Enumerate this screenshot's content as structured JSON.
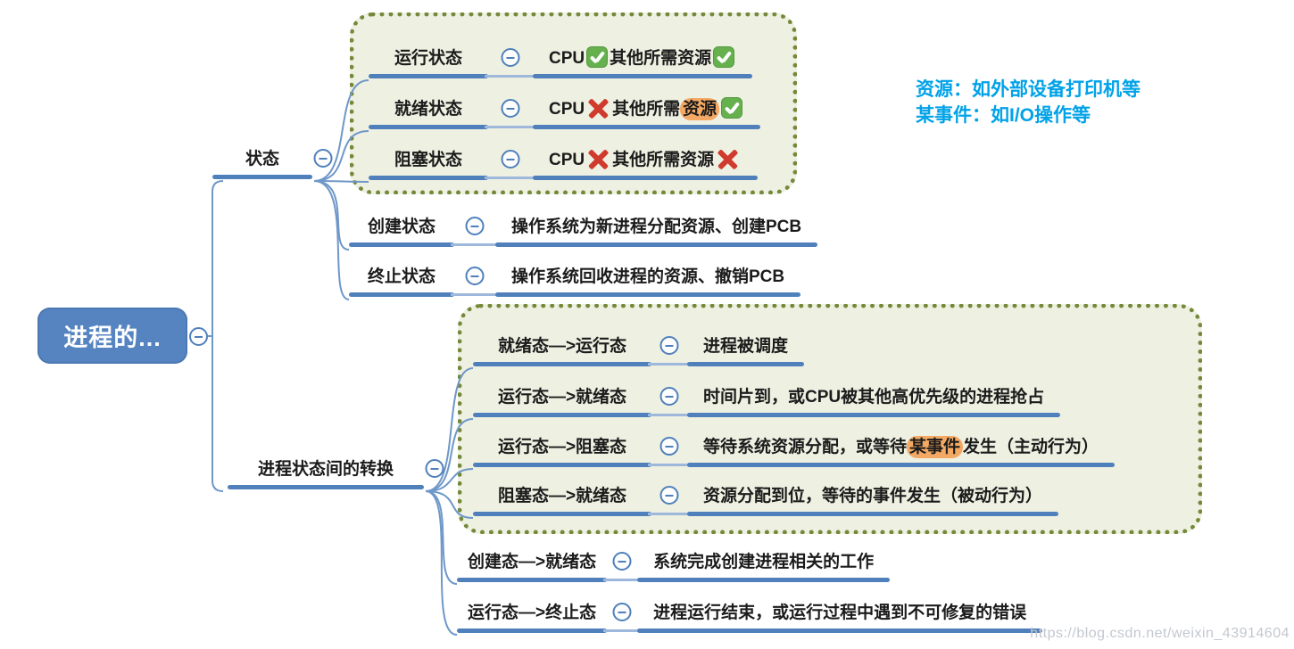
{
  "root": {
    "label": "进程的..."
  },
  "state_branch": {
    "label": "状态",
    "box_rows": [
      {
        "label": "运行状态",
        "text1": "CPU",
        "mark1": "check",
        "text2": "其他所需资源",
        "mark2": "check"
      },
      {
        "label": "就绪状态",
        "text1": "CPU",
        "mark1": "cross",
        "text2": "其他所需",
        "highlight": "资源",
        "mark2": "check"
      },
      {
        "label": "阻塞状态",
        "text1": "CPU",
        "mark1": "cross",
        "text2": "其他所需资源",
        "mark2": "cross"
      }
    ],
    "rows": [
      {
        "label": "创建状态",
        "desc": "操作系统为新进程分配资源、创建PCB"
      },
      {
        "label": "终止状态",
        "desc": "操作系统回收进程的资源、撤销PCB"
      }
    ]
  },
  "transition_branch": {
    "label": "进程状态间的转换",
    "box_rows": [
      {
        "label": "就绪态—>运行态",
        "desc": "进程被调度"
      },
      {
        "label": "运行态—>就绪态",
        "desc": "时间片到，或CPU被其他高优先级的进程抢占"
      },
      {
        "label": "运行态—>阻塞态",
        "desc_pre": "等待系统资源分配，或等待",
        "desc_hl": "某事件",
        "desc_post": "发生（主动行为）"
      },
      {
        "label": "阻塞态—>就绪态",
        "desc": "资源分配到位，等待的事件发生（被动行为）"
      }
    ],
    "rows": [
      {
        "label": "创建态—>就绪态",
        "desc": "系统完成创建进程相关的工作"
      },
      {
        "label": "运行态—>终止态",
        "desc": "进程运行结束，或运行过程中遇到不可修复的错误"
      }
    ]
  },
  "annotation": {
    "line1": "资源：如外部设备打印机等",
    "line2": "某事件：如I/O操作等"
  },
  "watermark": "https://blog.csdn.net/weixin_43914604",
  "colors": {
    "branch_line": "#4f80bb",
    "root_bg": "#5584c0",
    "box_bg": "#eef0e2",
    "box_border": "#75893a",
    "annotation": "#00a2e8",
    "highlight": "#f3a964",
    "check_green": "#66b04e",
    "cross_red": "#cf3b2d"
  }
}
